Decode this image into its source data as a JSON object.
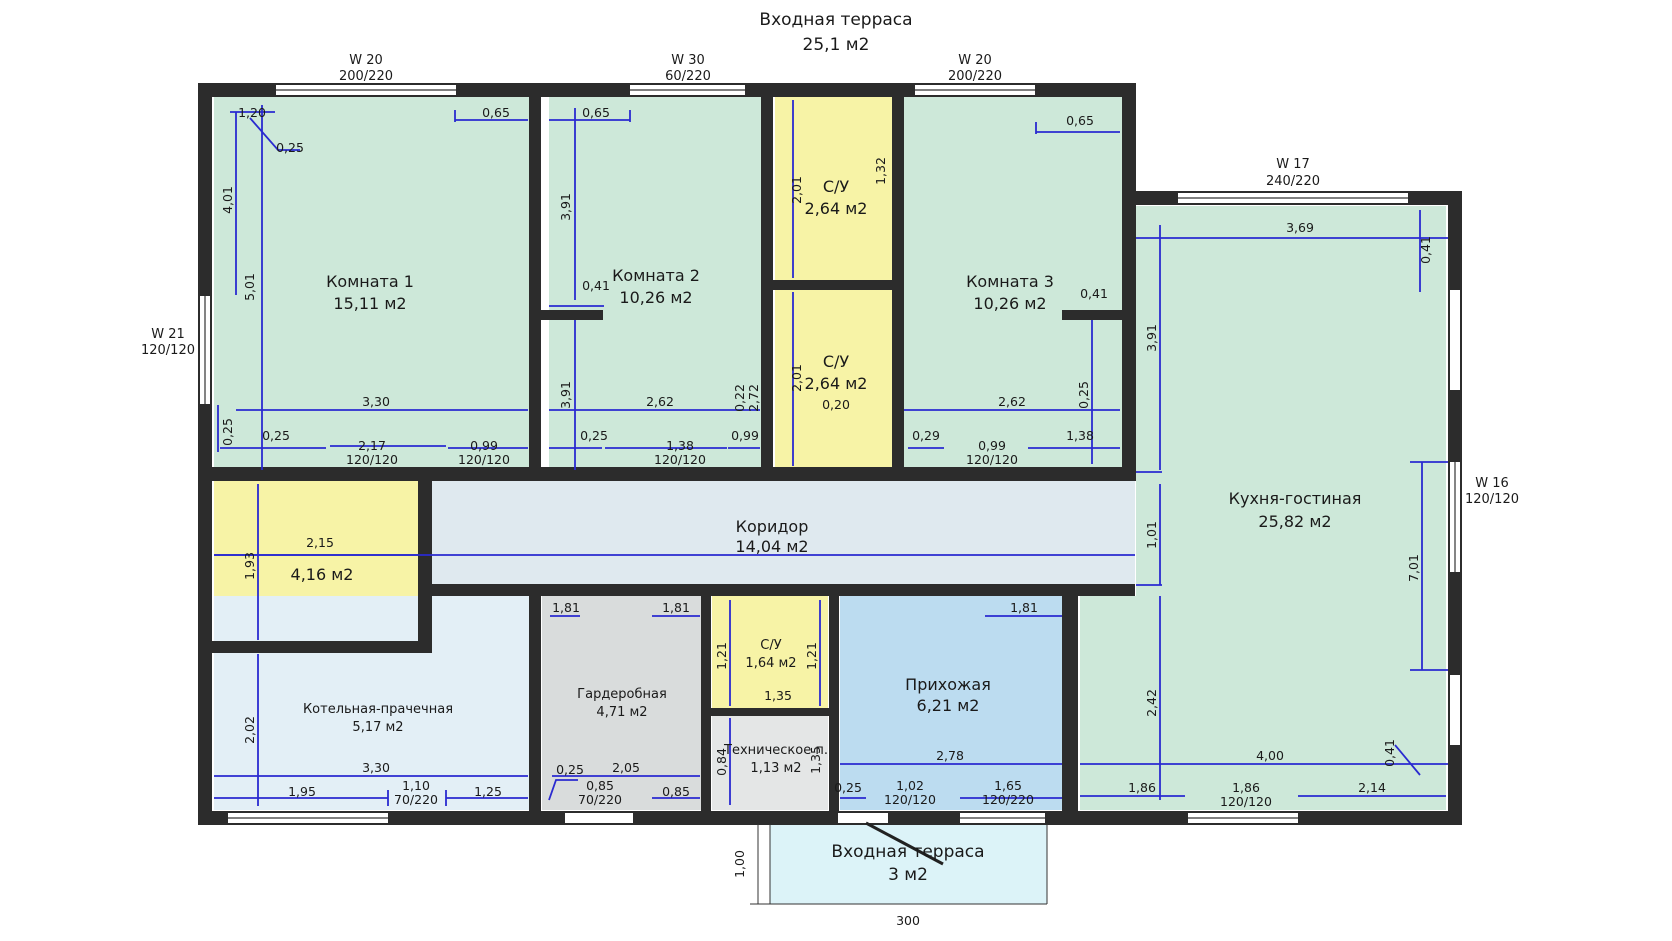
{
  "colors": {
    "living": "#cde8d9",
    "wet": "#f7f3a6",
    "corridor": "#dfe9ef",
    "boiler": "#e3eff6",
    "wardrobe": "#d9dcdc",
    "hall": "#bcdcf0",
    "terrace": "#dcf3f8",
    "tech": "#e4e6e6",
    "wall": "#2c2c2c",
    "dim": "#2a2ad0"
  },
  "terrace_top": {
    "name": "Входная терраса",
    "area": "25,1 м2"
  },
  "terrace_bottom": {
    "name": "Входная терраса",
    "area": "3 м2",
    "depth": "1,00",
    "width": "300"
  },
  "rooms": {
    "room1": {
      "name": "Комната 1",
      "area": "15,11 м2"
    },
    "room2": {
      "name": "Комната 2",
      "area": "10,26 м2"
    },
    "room3": {
      "name": "Комната 3",
      "area": "10,26 м2"
    },
    "wc1": {
      "name": "С/У",
      "area": "2,64 м2"
    },
    "wc2": {
      "name": "С/У",
      "area": "2,64 м2"
    },
    "wc3": {
      "name": "С/У",
      "area": "1,64 м2"
    },
    "kitchen": {
      "name": "Кухня-гостиная",
      "area": "25,82 м2"
    },
    "corridor": {
      "name": "Коридор",
      "area": "14,04 м2"
    },
    "storage": {
      "area": "4,16 м2"
    },
    "boiler": {
      "name": "Котельная-прачечная",
      "area": "5,17 м2"
    },
    "wardrobe": {
      "name": "Гардеробная",
      "area": "4,71 м2"
    },
    "tech": {
      "name": "Техническое п.",
      "area": "1,13 м2"
    },
    "hall": {
      "name": "Прихожая",
      "area": "6,21 м2"
    }
  },
  "windows": {
    "w20a": {
      "code": "W 20",
      "size": "200/220"
    },
    "w30": {
      "code": "W 30",
      "size": "60/220"
    },
    "w20b": {
      "code": "W 20",
      "size": "200/220"
    },
    "w17": {
      "code": "W 17",
      "size": "240/220"
    },
    "w21": {
      "code": "W 21",
      "size": "120/120"
    },
    "w16": {
      "code": "W 16",
      "size": "120/120"
    }
  },
  "dims": {
    "r1_120": "1,20",
    "r1_025a": "0,25",
    "r1_065": "0,65",
    "r1_401": "4,01",
    "r1_501": "5,01",
    "r1_330": "3,30",
    "r1_025b": "0,25",
    "r1_025c": "0,25",
    "r1_217": "2,17",
    "r1_217s": "120/120",
    "r1_099": "0,99",
    "r1_099s": "120/120",
    "r2_065": "0,65",
    "r2_391a": "3,91",
    "r2_041": "0,41",
    "r2_391b": "3,91",
    "r2_262": "2,62",
    "r2_025": "0,25",
    "r2_138": "1,38",
    "r2_138s": "120/120",
    "r2_099": "0,99",
    "r2_022": "0,22",
    "r2_272": "2,72",
    "wc_201a": "2,01",
    "wc_132": "1,32",
    "wc_201b": "2,01",
    "wc_020": "0,20",
    "r3_065": "0,65",
    "r3_041": "0,41",
    "r3_262": "2,62",
    "r3_025": "0,25",
    "r3_029": "0,29",
    "r3_099": "0,99",
    "r3_099s": "120/120",
    "r3_138": "1,38",
    "k_369": "3,69",
    "k_041a": "0,41",
    "k_391": "3,91",
    "k_101": "1,01",
    "k_701": "7,01",
    "k_242": "2,42",
    "k_400": "4,00",
    "k_041b": "0,41",
    "k_186a": "1,86",
    "k_186b": "1,86",
    "k_186s": "120/120",
    "k_214": "2,14",
    "st_215": "2,15",
    "st_193": "1,93",
    "b_202": "2,02",
    "b_330": "3,30",
    "b_195": "1,95",
    "b_110": "1,10",
    "b_110s": "70/220",
    "b_125": "1,25",
    "g_181a": "1,81",
    "g_181b": "1,81",
    "g_025": "0,25",
    "g_205": "2,05",
    "g_085a": "0,85",
    "g_085s": "70/220",
    "g_085b": "0,85",
    "w3_121a": "1,21",
    "w3_121b": "1,21",
    "w3_135": "1,35",
    "t_084": "0,84",
    "t_135": "1,35",
    "h_181": "1,81",
    "h_278": "2,78",
    "h_025": "0,25",
    "h_102": "1,02",
    "h_102s": "120/120",
    "h_165": "1,65",
    "h_165s": "120/220"
  }
}
